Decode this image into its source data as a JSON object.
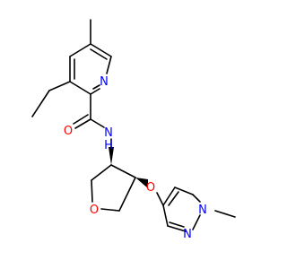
{
  "molecule": {
    "atoms": {
      "pyridine_n": "N",
      "carbonyl_o": "O",
      "amide_n": "N",
      "amide_h": "H",
      "ring_o": "O",
      "ether_o": "O",
      "pyrazole_n_methyl": "N",
      "pyrazole_n": "N"
    }
  },
  "colors": {
    "bond": "#000000",
    "nitrogen": "#0000ff",
    "oxygen": "#ff0000",
    "background": "#ffffff"
  }
}
